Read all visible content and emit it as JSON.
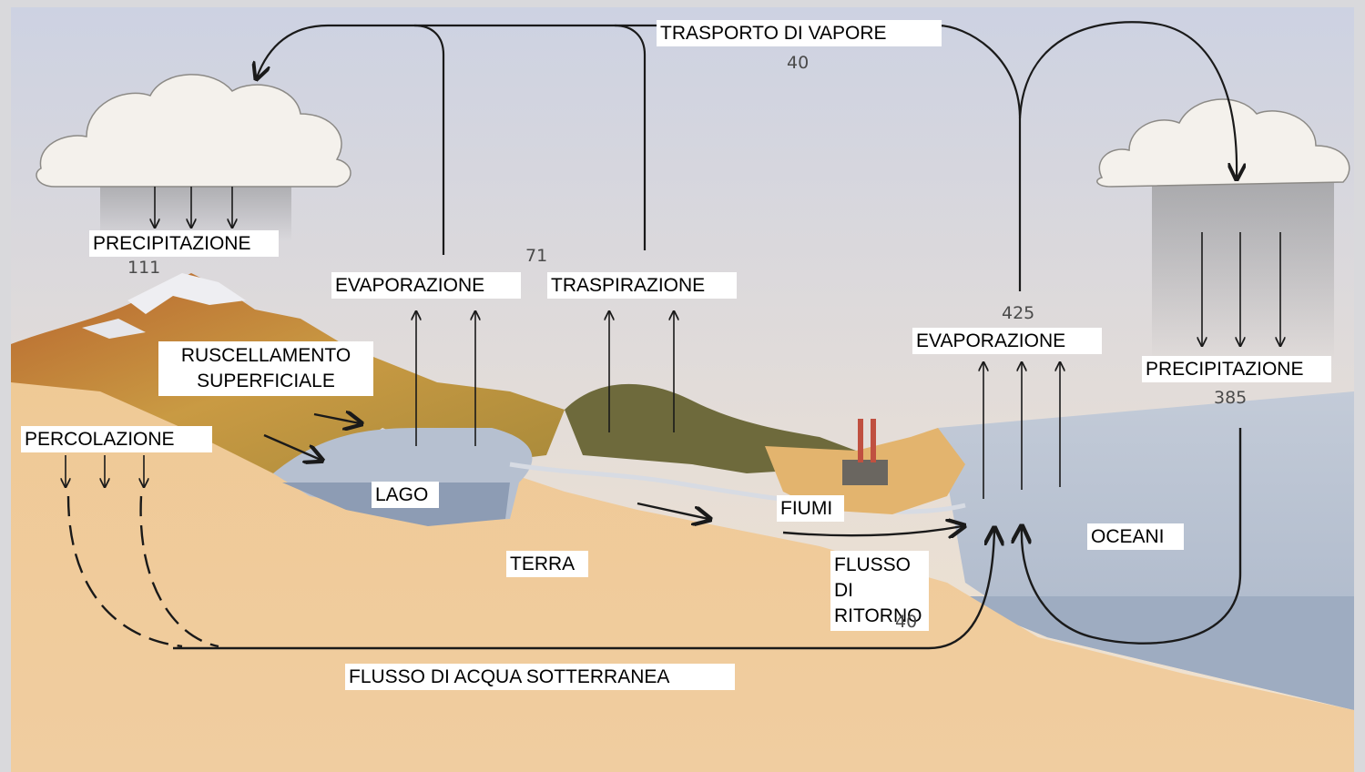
{
  "labels": {
    "vapor_transport": "TRASPORTO DI VAPORE",
    "precip_left": "PRECIPITAZIONE",
    "evap_land": "EVAPORAZIONE",
    "transpiration": "TRASPIRAZIONE",
    "runoff_line1": "RUSCELLAMENTO",
    "runoff_line2": "SUPERFICIALE",
    "percolation": "PERCOLAZIONE",
    "lake": "LAGO",
    "rivers": "FIUMI",
    "earth": "TERRA",
    "return_flow_line1": "FLUSSO DI",
    "return_flow_line2": "RITORNO",
    "groundwater": "FLUSSO DI ACQUA SOTTERRANEA",
    "evap_ocean": "EVAPORAZIONE",
    "precip_right": "PRECIPITAZIONE",
    "oceans": "OCEANI"
  },
  "numbers": {
    "vapor_transport": "40",
    "precip_land": "111",
    "evap_transp_land": "71",
    "evap_ocean": "425",
    "precip_ocean": "385",
    "groundwater_return": "40"
  },
  "colors": {
    "sky_top": "#cfd3e3",
    "sky_bottom": "#f0e4d2",
    "ocean": "#b9c3d3",
    "soil": "#e9c08a",
    "arrows": "#1a1a1a"
  }
}
